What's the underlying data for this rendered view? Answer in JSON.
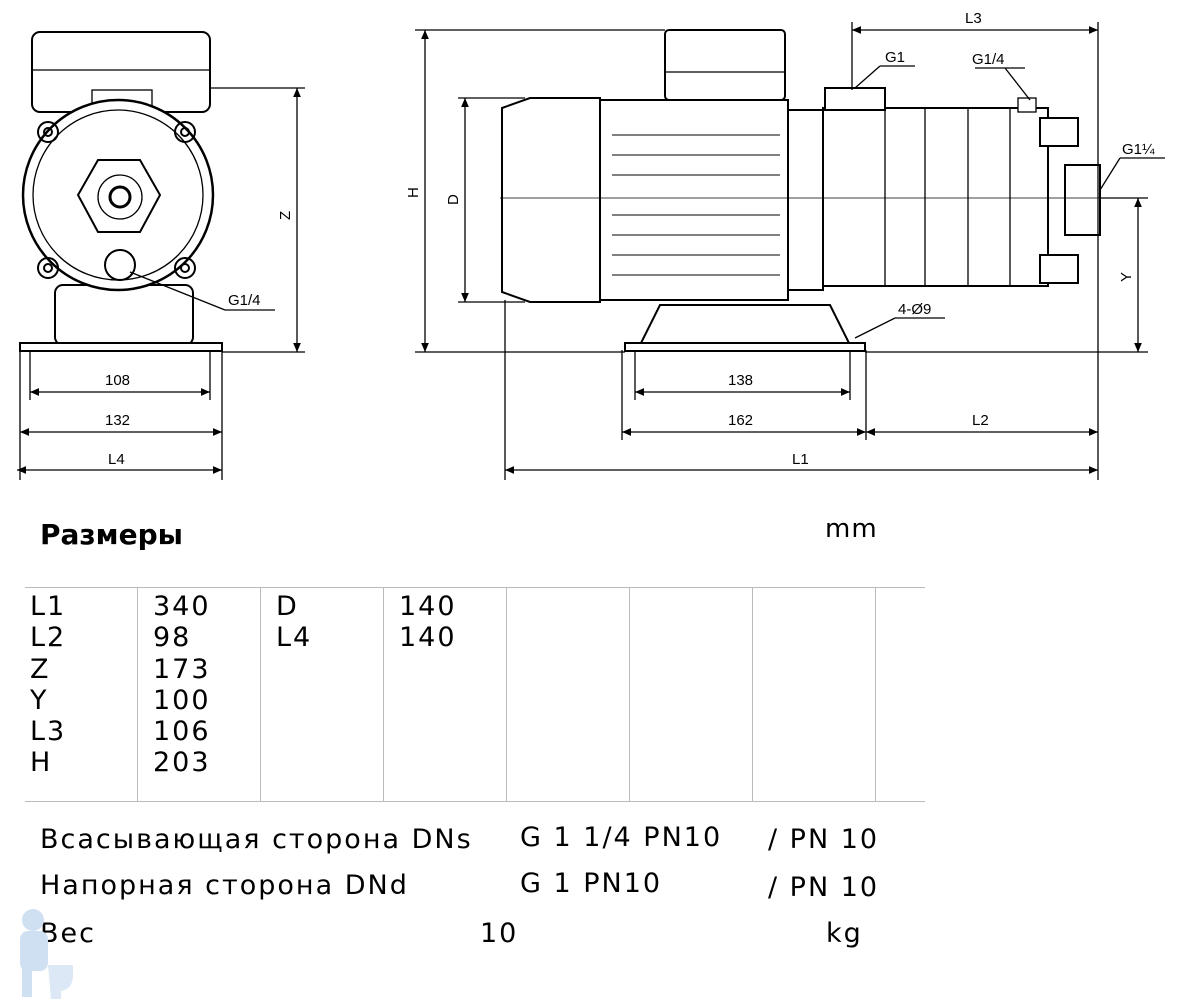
{
  "drawing": {
    "front_view": {
      "dim_z": "Z",
      "dim_108": "108",
      "dim_132": "132",
      "dim_l4": "L4",
      "port_label": "G1/4"
    },
    "side_view": {
      "dim_h": "H",
      "dim_d": "D",
      "dim_l3": "L3",
      "dim_y": "Y",
      "dim_138": "138",
      "dim_162": "162",
      "dim_l2": "L2",
      "dim_l1": "L1",
      "port_g1": "G1",
      "port_g14": "G1/4",
      "port_g114": "G1¼",
      "holes": "4-Ø9"
    }
  },
  "section": {
    "title": "Размеры",
    "unit": "mm"
  },
  "dimensions_table": {
    "col1_names": [
      "L1",
      "L2",
      "Z",
      "Y",
      "L3",
      "H"
    ],
    "col1_values": [
      "340",
      "98",
      "173",
      "100",
      "106",
      "203"
    ],
    "col2_names": [
      "D",
      "L4"
    ],
    "col2_values": [
      "140",
      "140"
    ]
  },
  "specs": {
    "suction_label": "Всасывающая сторона DNs",
    "suction_value": "G 1 1/4 PN10",
    "suction_pn": "/ PN 10",
    "discharge_label": "Напорная сторона DNd",
    "discharge_value": "G 1 PN10",
    "discharge_pn": "/ PN 10",
    "weight_label": "Вес",
    "weight_value": "10",
    "weight_unit": "kg"
  }
}
